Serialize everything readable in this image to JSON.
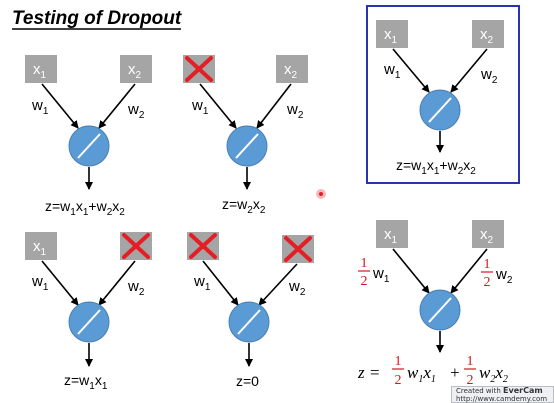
{
  "title": "Testing of Dropout",
  "labels": {
    "x1": "x",
    "x2": "x",
    "w": "w",
    "s1": "1",
    "s2": "2"
  },
  "equations": {
    "d1_pre": "z=w",
    "d1_mid1": "x",
    "d1_plus": "+w",
    "d1_mid2": "x",
    "d2_pre": "z=w",
    "d2_mid": "x",
    "d3_pre": "z=w",
    "d3_mid": "x",
    "d4": "z=0",
    "box_pre": "z=w",
    "box_mid1": "x",
    "box_plus": "+w",
    "box_mid2": "x",
    "half_z": "z =",
    "half_w1": "w",
    "half_x1": "x",
    "half_plus": "+",
    "half_w2": "w",
    "half_x2": "x",
    "frac_num": "1",
    "frac_den": "2"
  },
  "watermark": {
    "line1": "Created with",
    "brand": "EverCam",
    "line2": "http://www.camdemy.com"
  },
  "colors": {
    "node": "#5b9bd5",
    "input_box": "#a5a5a5",
    "cross": "#e41e25",
    "box_border": "#2b33b5",
    "fraction": "#d9161c"
  }
}
